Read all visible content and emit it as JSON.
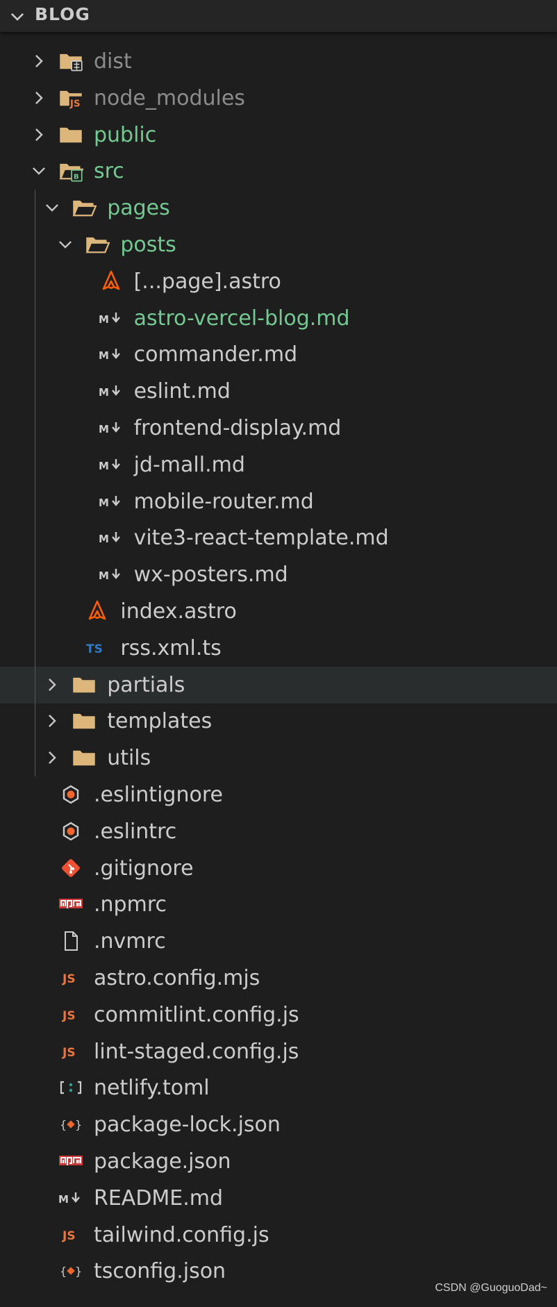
{
  "explorer": {
    "section_title": "BLOG"
  },
  "colors": {
    "background": "#1e1e1e",
    "selected_row": "#2a2d2e",
    "text_default": "#cccccc",
    "text_dimmed": "#8c8c8c",
    "text_git_untracked": "#73c991",
    "folder": "#dcb67a",
    "astro": "#ff5d01",
    "typescript": "#3178c6",
    "javascript": "#e8763f",
    "npm": "#cb3837",
    "git": "#f05133",
    "eslint": "#f1652f"
  },
  "tree": [
    {
      "label": "dist",
      "icon": "folder-dist-icon",
      "kind": "folder",
      "expanded": false,
      "depth": 0,
      "color": "dimmed"
    },
    {
      "label": "node_modules",
      "icon": "folder-node-modules-icon",
      "kind": "folder",
      "expanded": false,
      "depth": 0,
      "color": "dimmed"
    },
    {
      "label": "public",
      "icon": "folder-icon",
      "kind": "folder",
      "expanded": false,
      "depth": 0,
      "color": "git"
    },
    {
      "label": "src",
      "icon": "folder-src-open-icon",
      "kind": "folder",
      "expanded": true,
      "depth": 0,
      "color": "git"
    },
    {
      "label": "pages",
      "icon": "folder-open-icon",
      "kind": "folder",
      "expanded": true,
      "depth": 1,
      "color": "git"
    },
    {
      "label": "posts",
      "icon": "folder-open-icon",
      "kind": "folder",
      "expanded": true,
      "depth": 2,
      "color": "git"
    },
    {
      "label": "[...page].astro",
      "icon": "astro-icon",
      "kind": "file",
      "depth": 3,
      "color": "default"
    },
    {
      "label": "astro-vercel-blog.md",
      "icon": "markdown-icon",
      "kind": "file",
      "depth": 3,
      "color": "git"
    },
    {
      "label": "commander.md",
      "icon": "markdown-icon",
      "kind": "file",
      "depth": 3,
      "color": "default"
    },
    {
      "label": "eslint.md",
      "icon": "markdown-icon",
      "kind": "file",
      "depth": 3,
      "color": "default"
    },
    {
      "label": "frontend-display.md",
      "icon": "markdown-icon",
      "kind": "file",
      "depth": 3,
      "color": "default"
    },
    {
      "label": "jd-mall.md",
      "icon": "markdown-icon",
      "kind": "file",
      "depth": 3,
      "color": "default"
    },
    {
      "label": "mobile-router.md",
      "icon": "markdown-icon",
      "kind": "file",
      "depth": 3,
      "color": "default"
    },
    {
      "label": "vite3-react-template.md",
      "icon": "markdown-icon",
      "kind": "file",
      "depth": 3,
      "color": "default"
    },
    {
      "label": "wx-posters.md",
      "icon": "markdown-icon",
      "kind": "file",
      "depth": 3,
      "color": "default"
    },
    {
      "label": "index.astro",
      "icon": "astro-icon",
      "kind": "file",
      "depth": 2,
      "color": "default"
    },
    {
      "label": "rss.xml.ts",
      "icon": "typescript-icon",
      "kind": "file",
      "depth": 2,
      "color": "default"
    },
    {
      "label": "partials",
      "icon": "folder-icon",
      "kind": "folder",
      "expanded": false,
      "depth": 1,
      "color": "default",
      "selected": true
    },
    {
      "label": "templates",
      "icon": "folder-icon",
      "kind": "folder",
      "expanded": false,
      "depth": 1,
      "color": "default"
    },
    {
      "label": "utils",
      "icon": "folder-icon",
      "kind": "folder",
      "expanded": false,
      "depth": 1,
      "color": "default"
    },
    {
      "label": ".eslintignore",
      "icon": "eslint-icon",
      "kind": "file",
      "depth": 0,
      "color": "default"
    },
    {
      "label": ".eslintrc",
      "icon": "eslint-icon",
      "kind": "file",
      "depth": 0,
      "color": "default"
    },
    {
      "label": ".gitignore",
      "icon": "git-icon",
      "kind": "file",
      "depth": 0,
      "color": "default"
    },
    {
      "label": ".npmrc",
      "icon": "npm-icon",
      "kind": "file",
      "depth": 0,
      "color": "default"
    },
    {
      "label": ".nvmrc",
      "icon": "file-icon",
      "kind": "file",
      "depth": 0,
      "color": "default"
    },
    {
      "label": "astro.config.mjs",
      "icon": "javascript-icon",
      "kind": "file",
      "depth": 0,
      "color": "default"
    },
    {
      "label": "commitlint.config.js",
      "icon": "javascript-icon",
      "kind": "file",
      "depth": 0,
      "color": "default"
    },
    {
      "label": "lint-staged.config.js",
      "icon": "javascript-icon",
      "kind": "file",
      "depth": 0,
      "color": "default"
    },
    {
      "label": "netlify.toml",
      "icon": "toml-icon",
      "kind": "file",
      "depth": 0,
      "color": "default"
    },
    {
      "label": "package-lock.json",
      "icon": "json-icon",
      "kind": "file",
      "depth": 0,
      "color": "default"
    },
    {
      "label": "package.json",
      "icon": "npm-icon",
      "kind": "file",
      "depth": 0,
      "color": "default"
    },
    {
      "label": "README.md",
      "icon": "markdown-icon",
      "kind": "file",
      "depth": 0,
      "color": "default"
    },
    {
      "label": "tailwind.config.js",
      "icon": "javascript-icon",
      "kind": "file",
      "depth": 0,
      "color": "default"
    },
    {
      "label": "tsconfig.json",
      "icon": "json-icon",
      "kind": "file",
      "depth": 0,
      "color": "default"
    }
  ],
  "watermark": "CSDN @GuoguoDad~"
}
